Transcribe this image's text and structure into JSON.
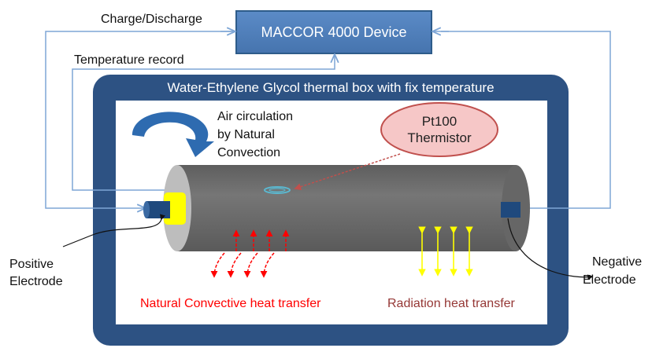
{
  "device": {
    "label": "MACCOR 4000 Device"
  },
  "links": {
    "charge_discharge": "Charge/Discharge",
    "temperature_record": "Temperature record"
  },
  "thermal_box": {
    "title": "Water-Ethylene Glycol  thermal box with fix temperature"
  },
  "air_circulation": {
    "lines": [
      "Air circulation",
      "by Natural",
      "Convection"
    ]
  },
  "sensor": {
    "lines": [
      "Pt100",
      "Thermistor"
    ]
  },
  "electrodes": {
    "positive": [
      "Positive",
      "Electrode"
    ],
    "negative": [
      "Negative",
      "Electrode"
    ]
  },
  "heat_transfer": {
    "convective": "Natural Convective heat transfer",
    "radiation": "Radiation heat transfer"
  },
  "colors": {
    "device_fill": "#4f81bd",
    "device_border": "#2e5c8a",
    "thermal_box": "#2d5283",
    "cylinder": "#6b6b6b",
    "cap": "#bdbdbd",
    "electrode": "#1f497d",
    "positive_ring": "#ffff00",
    "sensor_bubble": "#f6c7c7",
    "sensor_border": "#c0504d",
    "wire": "#7ea6d6",
    "convective_arrows": "#ff0000",
    "radiation_arrows": "#ffff00",
    "convective_text": "#ff0000",
    "radiation_text": "#953735",
    "rotation_arrow": "#2e6bb0"
  }
}
